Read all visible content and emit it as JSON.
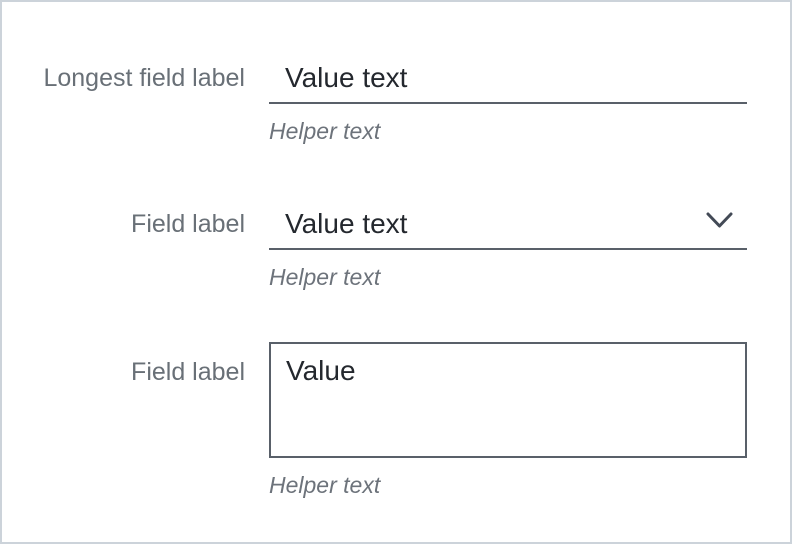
{
  "panel": {
    "background": "#ffffff",
    "border_color": "#ccd3da"
  },
  "colors": {
    "label": "#697077",
    "value": "#24282e",
    "helper": "#6d737b",
    "underline": "#596069",
    "chevron": "#434a56"
  },
  "fields": [
    {
      "kind": "text-input",
      "label": "Longest field label",
      "value": "Value text",
      "helper": "Helper text"
    },
    {
      "kind": "select",
      "label": "Field label",
      "value": "Value text",
      "helper": "Helper text",
      "icon": "chevron-down"
    },
    {
      "kind": "textarea",
      "label": "Field label",
      "value": "Value",
      "helper": "Helper text"
    }
  ]
}
